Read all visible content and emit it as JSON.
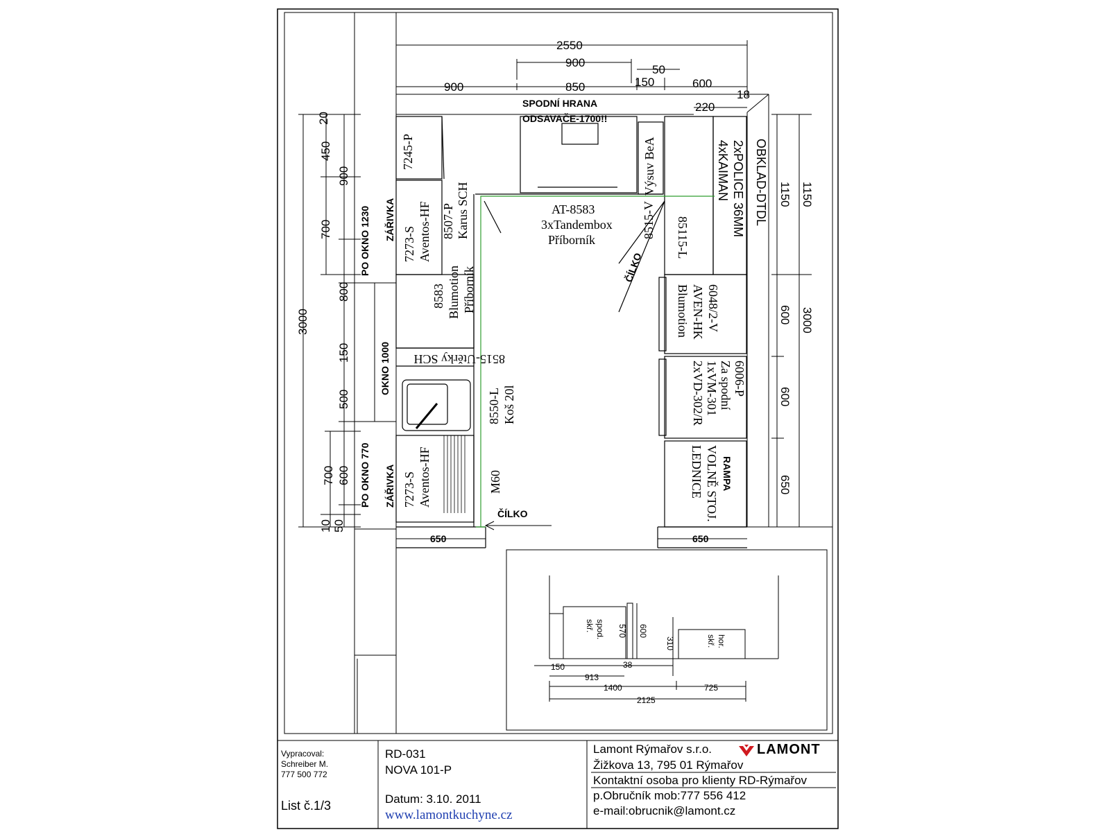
{
  "dimensions": {
    "top": [
      "2550",
      "900",
      "850",
      "900",
      "150",
      "50",
      "600",
      "18",
      "220"
    ],
    "left": [
      "20",
      "450",
      "900",
      "700",
      "800",
      "150",
      "500",
      "700",
      "600",
      "3000",
      "10",
      "50"
    ],
    "right": [
      "1150",
      "1150",
      "3000",
      "600",
      "600",
      "650"
    ],
    "bottom": [
      "650",
      "650"
    ]
  },
  "labels": {
    "hood_line1": "SPODNÍ HRANA",
    "hood_line2": "ODSAVAČE-1700!!",
    "po_okno_1230": "PO OKNO 1230",
    "zarivka_top": "ZÁŘIVKA",
    "okno_1000": "OKNO 1000",
    "po_okno_770": "PO OKNO 770",
    "zarivka_bottom": "ZÁŘIVKA",
    "c7245": "7245-P",
    "c7273a_1": "7273-S",
    "c7273a_2": "Aventos-HF",
    "c8507_1": "8507-P",
    "c8507_2": "Karus SCH",
    "c8583_1": "8583",
    "c8583_2": "Blumotion",
    "c8583_3": "Příborník",
    "c8515_utierky": "8515-Utěrky SCH",
    "c8550_1": "8550-L",
    "c8550_2": "Koš 20l",
    "c7273b_1": "7273-S",
    "c7273b_2": "Aventos-HF",
    "m60": "M60",
    "cilko_bottom": "ČÍLKO",
    "at_1": "AT-8583",
    "at_2": "3xTandembox",
    "at_3": "Příborník",
    "vysuv": "Výsuv BeA",
    "c8515v": "8515-V",
    "cilko_diag": "ČÍLKO",
    "c85115": "85115-L",
    "police_1": "2xPOLICE 36MM",
    "police_2": "4xKAIMAN",
    "obklad": "OBKLAD-DTDL",
    "c6048_1": "6048/2-V",
    "c6048_2": "AVEN-HK",
    "c6048_3": "Blumotion",
    "c6006_1": "6006-P",
    "c6006_2": "Za spodní",
    "c6006_3": "1xVM-301",
    "c6006_4": "2xVD-302/R",
    "rampa": "RAMPA",
    "volne_1": "VOLNĚ STOJ.",
    "volne_2": "LEDNICE"
  },
  "section": {
    "dims": [
      "150",
      "913",
      "38",
      "1400",
      "725",
      "2125",
      "570",
      "600",
      "310"
    ],
    "spod_1": "spod.",
    "spod_2": "skř.",
    "hor_1": "hor.",
    "hor_2": "skř."
  },
  "title_block": {
    "vypracoval": "Vypracoval:",
    "name": "Schreiber M.",
    "phone": "777 500 772",
    "list": "List č.1/3",
    "code": "RD-031",
    "model": "NOVA 101-P",
    "datum": "Datum: 3.10. 2011",
    "web": "www.lamontkuchyne.cz",
    "company": "Lamont Rýmařov s.r.o.",
    "logo_text": "LAMONT",
    "address": "Žižkova 13,   795 01 Rýmařov",
    "contact": "Kontaktní osoba pro klienty RD-Rýmařov",
    "person": "p.Obručník mob:777 556 412",
    "email": "e-mail:obrucnik@lamont.cz"
  },
  "colors": {
    "line": "#000000",
    "green": "#2e9e2e",
    "logo_red": "#d0191f",
    "link": "#1f3fb0"
  }
}
